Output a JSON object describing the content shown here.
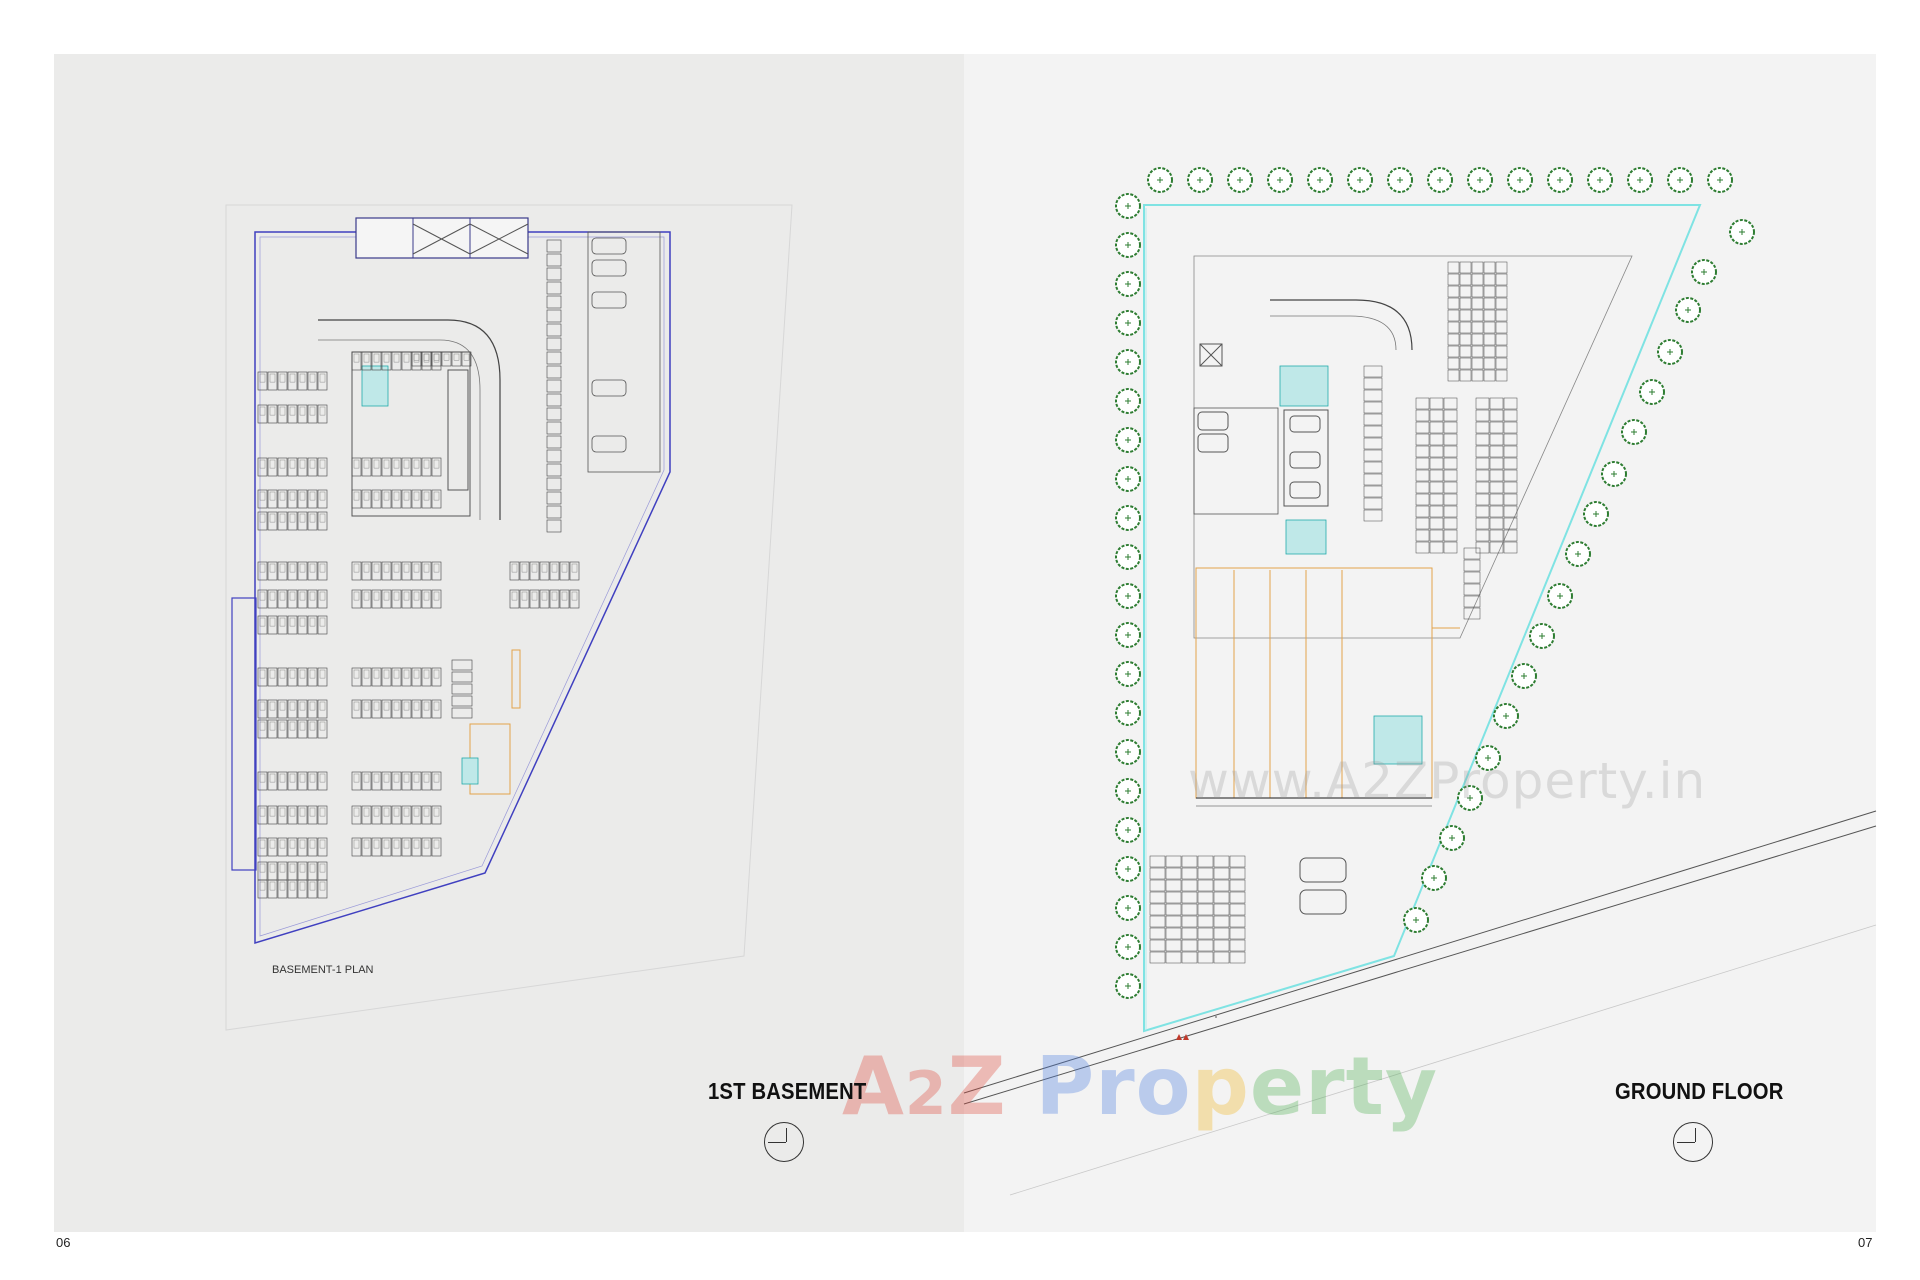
{
  "pages": {
    "left": {
      "number": "06",
      "title": "1ST BASEMENT",
      "plan_label": "BASEMENT-1 PLAN"
    },
    "right": {
      "number": "07",
      "title": "GROUND FLOOR"
    }
  },
  "watermarks": {
    "url": "www.A2ZProperty.in",
    "logo": "A2Z Property"
  },
  "colors": {
    "left_panel_bg": "#ebebea",
    "right_panel_bg": "#f3f3f3",
    "boundary_blue": "#3b3bbf",
    "boundary_cyan": "#7fe3e3",
    "tree_green": "#2e7d32",
    "column_orange": "#e3a34b"
  }
}
